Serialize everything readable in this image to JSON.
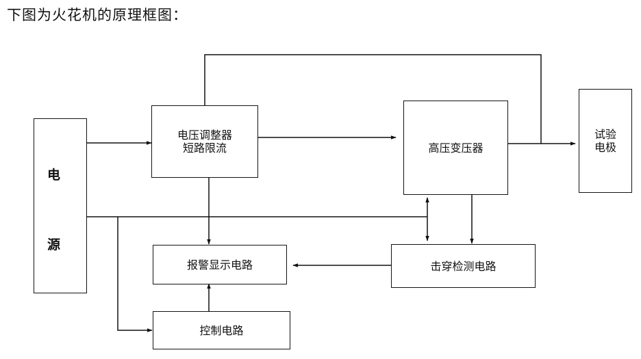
{
  "heading": "下图为火花机的原理框图：",
  "blocks": {
    "power_char1": "电",
    "power_char2": "源",
    "regulator": "电压调整器\n短路限流",
    "transformer": "高压变压器",
    "electrode": "试验\n电极",
    "alarm": "报警显示电路",
    "breakdown": "击穿检测电路",
    "control": "控制电路"
  }
}
